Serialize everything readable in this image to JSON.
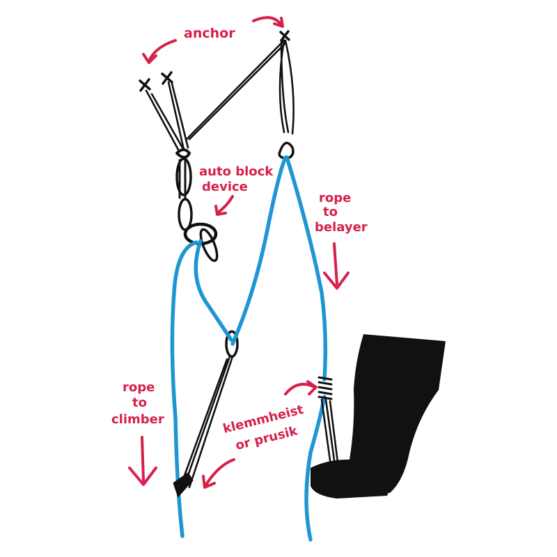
{
  "labels": {
    "anchor": "anchor",
    "auto_block_line1": "auto block",
    "auto_block_line2": "device",
    "rope_to_belayer_line1": "rope",
    "rope_to_belayer_line2": "to",
    "rope_to_belayer_line3": "belayer",
    "rope_to_climber_line1": "rope",
    "rope_to_climber_line2": "to",
    "rope_to_climber_line3": "climber",
    "klemmheist_line1": "klemmheist",
    "klemmheist_line2": "or prusik"
  },
  "colors": {
    "rope": "#1f96d3",
    "annotation": "#d6204a",
    "ink": "#111111"
  }
}
